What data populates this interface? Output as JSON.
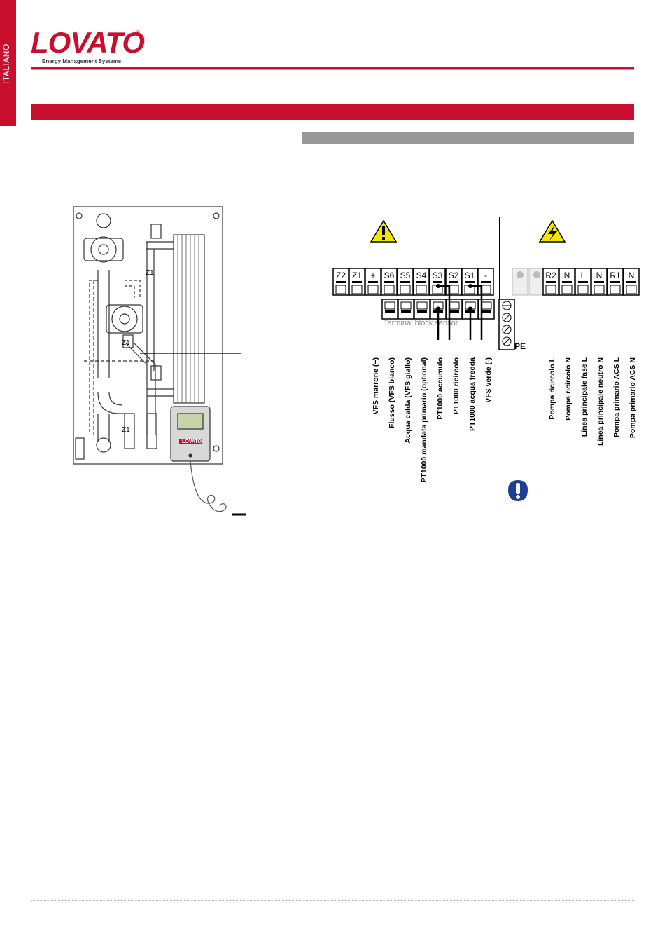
{
  "side_tab": {
    "language": "ITALIANO"
  },
  "logo": {
    "brand": "LOVATO",
    "tagline": "Energy Management Systems",
    "registered": "®"
  },
  "hydraulic_diagram": {
    "zone_labels": [
      "Z1",
      "Z1",
      "Z1"
    ],
    "controller_brand": "LOVATO"
  },
  "wiring": {
    "low_voltage_terminals": [
      "Z2",
      "Z1",
      "+",
      "S6",
      "S5",
      "S4",
      "S3",
      "S2",
      "S1",
      "-"
    ],
    "high_voltage_terminals": [
      "R2",
      "N",
      "L",
      "N",
      "R1",
      "N"
    ],
    "terminal_block_label": "Terminal block sensor",
    "pe_label": "PE",
    "sensor_wire_labels": [
      "VFS marrone (+)",
      "Flusso (VFS bianco)",
      "Acqua calda (VFS giallo)",
      "PT1000 mandata primario (optional)",
      "PT1000 accumulo",
      "PT1000 ricircolo",
      "PT1000 acqua fredda",
      "VFS verde (-)"
    ],
    "power_wire_labels": [
      "Pompa ricircolo L",
      "Pompa ricircolo N",
      "Linea principale fase L",
      "Linea principale neutro N",
      "Pompa primario ACS L",
      "Pompa primario ACS N"
    ],
    "warning_icons": [
      "warning-triangle-icon",
      "high-voltage-icon",
      "attention-icon"
    ]
  },
  "colors": {
    "brand_red": "#c8102e",
    "gray_bar": "#999999",
    "warning_yellow": "#f2e600",
    "notice_blue": "#1c3f94"
  }
}
